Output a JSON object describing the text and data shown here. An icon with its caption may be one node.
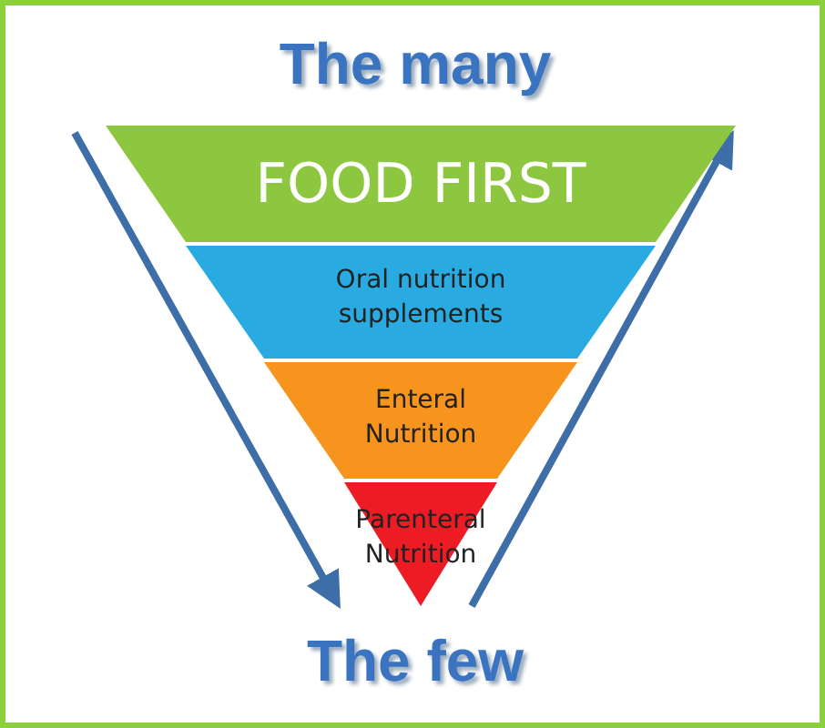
{
  "diagram": {
    "nodes": [
      {
        "text": [
          "The many"
        ]
      },
      {
        "text": [
          "FOOD FIRST"
        ]
      },
      {
        "text": [
          "Oral nutrition supplements"
        ]
      },
      {
        "text": [
          "Enteral Nutrition"
        ]
      },
      {
        "text": [
          "Parenteral Nutrition"
        ]
      },
      {
        "text": [
          "The few"
        ]
      }
    ]
  }
}
